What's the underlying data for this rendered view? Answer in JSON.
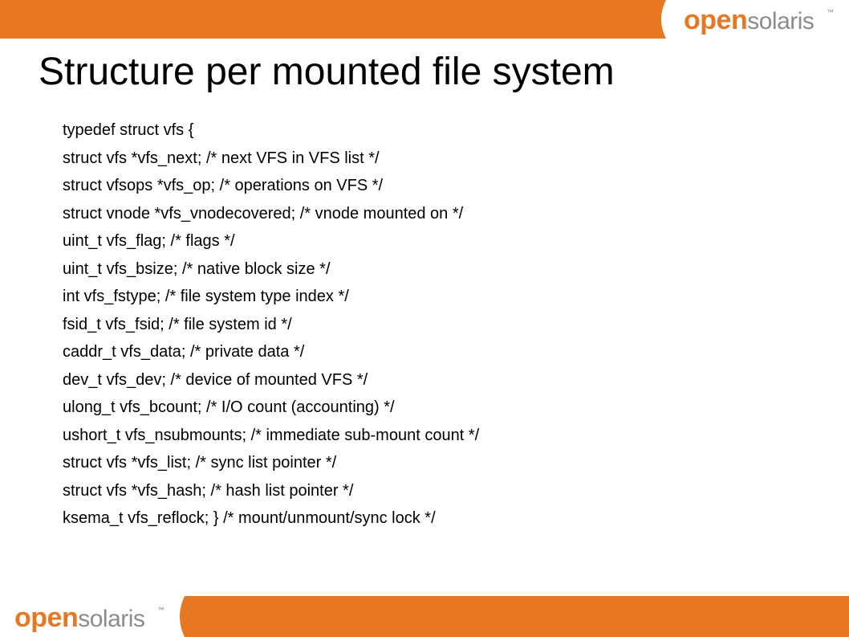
{
  "brand": {
    "logo_text_open": "open",
    "logo_text_solaris": "solaris",
    "logo_mark": "™"
  },
  "colors": {
    "accent_orange": "#E87722",
    "logo_gray": "#8a8c8e"
  },
  "slide": {
    "title": "Structure per mounted file system",
    "lines": [
      "typedef struct vfs {",
      "struct vfs *vfs_next; /* next VFS in VFS list */",
      "struct vfsops *vfs_op; /* operations on VFS */",
      "struct vnode *vfs_vnodecovered; /* vnode mounted on */",
      "uint_t vfs_flag; /* flags */",
      "uint_t vfs_bsize; /* native block size */",
      "int vfs_fstype; /* file system type index */",
      "fsid_t vfs_fsid; /* file system id */",
      "caddr_t vfs_data; /* private data */",
      "dev_t vfs_dev; /* device of mounted VFS */",
      "ulong_t vfs_bcount; /* I/O count (accounting) */",
      "ushort_t vfs_nsubmounts; /* immediate sub-mount count */",
      "struct vfs *vfs_list; /* sync list pointer */",
      "struct vfs *vfs_hash; /* hash list pointer */",
      "ksema_t vfs_reflock; } /* mount/unmount/sync lock */"
    ]
  }
}
